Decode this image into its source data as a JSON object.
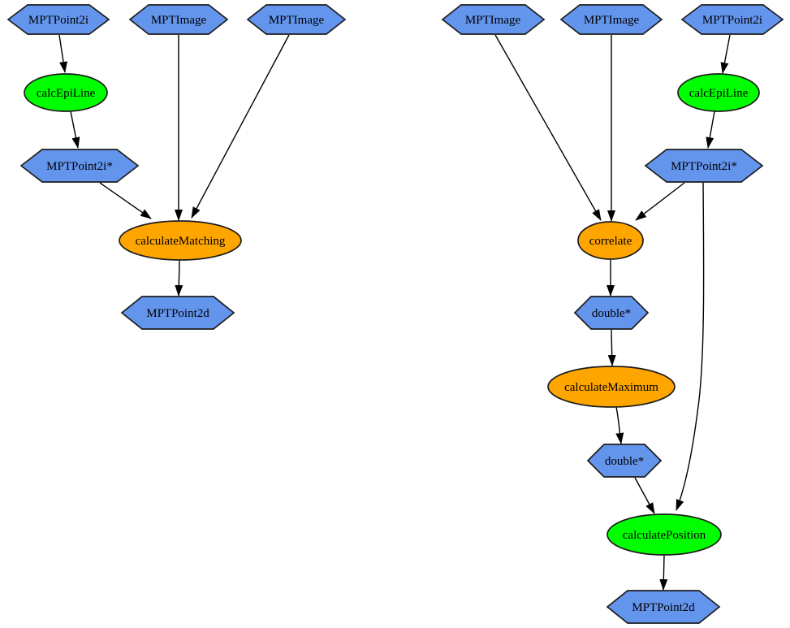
{
  "diagram": {
    "kind": "dataflow-graph",
    "colors": {
      "data_node": "#6495ED",
      "green_process": "#00FF00",
      "orange_process": "#FFA500",
      "edge": "#000000",
      "node_border": "#1c1c1c",
      "background": "#ffffff",
      "label": "#000000"
    },
    "left_graph": {
      "nodes": [
        {
          "label": "MPTPoint2i",
          "shape": "hexagon",
          "role": "data"
        },
        {
          "label": "MPTImage",
          "shape": "hexagon",
          "role": "data"
        },
        {
          "label": "MPTImage",
          "shape": "hexagon",
          "role": "data"
        },
        {
          "label": "calcEpiLine",
          "shape": "ellipse",
          "role": "function-green"
        },
        {
          "label": "MPTPoint2i*",
          "shape": "hexagon",
          "role": "data"
        },
        {
          "label": "calculateMatching",
          "shape": "ellipse",
          "role": "function-orange"
        },
        {
          "label": "MPTPoint2d",
          "shape": "hexagon",
          "role": "data"
        }
      ],
      "edges": [
        {
          "from": "MPTPoint2i",
          "to": "calcEpiLine"
        },
        {
          "from": "calcEpiLine",
          "to": "MPTPoint2i*"
        },
        {
          "from": "MPTPoint2i*",
          "to": "calculateMatching"
        },
        {
          "from": "MPTImage",
          "to": "calculateMatching"
        },
        {
          "from": "MPTImage#2",
          "to": "calculateMatching"
        },
        {
          "from": "calculateMatching",
          "to": "MPTPoint2d"
        }
      ]
    },
    "right_graph": {
      "nodes": [
        {
          "label": "MPTImage",
          "shape": "hexagon",
          "role": "data"
        },
        {
          "label": "MPTImage",
          "shape": "hexagon",
          "role": "data"
        },
        {
          "label": "MPTPoint2i",
          "shape": "hexagon",
          "role": "data"
        },
        {
          "label": "calcEpiLine",
          "shape": "ellipse",
          "role": "function-green"
        },
        {
          "label": "MPTPoint2i*",
          "shape": "hexagon",
          "role": "data"
        },
        {
          "label": "correlate",
          "shape": "ellipse",
          "role": "function-orange"
        },
        {
          "label": "double*",
          "shape": "hexagon",
          "role": "data"
        },
        {
          "label": "calculateMaximum",
          "shape": "ellipse",
          "role": "function-orange"
        },
        {
          "label": "double*",
          "shape": "hexagon",
          "role": "data"
        },
        {
          "label": "calculatePosition",
          "shape": "ellipse",
          "role": "function-green"
        },
        {
          "label": "MPTPoint2d",
          "shape": "hexagon",
          "role": "data"
        }
      ],
      "edges": [
        {
          "from": "MPTImage",
          "to": "correlate"
        },
        {
          "from": "MPTImage#2",
          "to": "correlate"
        },
        {
          "from": "MPTPoint2i",
          "to": "calcEpiLine"
        },
        {
          "from": "calcEpiLine",
          "to": "MPTPoint2i*"
        },
        {
          "from": "MPTPoint2i*",
          "to": "correlate"
        },
        {
          "from": "MPTPoint2i*",
          "to": "calculatePosition"
        },
        {
          "from": "correlate",
          "to": "double*"
        },
        {
          "from": "double*",
          "to": "calculateMaximum"
        },
        {
          "from": "calculateMaximum",
          "to": "double*#2"
        },
        {
          "from": "double*#2",
          "to": "calculatePosition"
        },
        {
          "from": "calculatePosition",
          "to": "MPTPoint2d"
        }
      ]
    }
  }
}
